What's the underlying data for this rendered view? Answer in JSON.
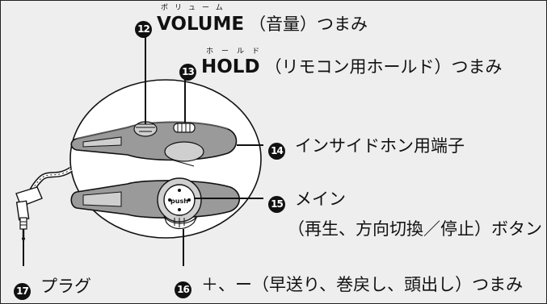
{
  "labels": {
    "volume": {
      "num": "12",
      "ruby": "ボリューム",
      "name": "VOLUME",
      "suffix": "（音量）つまみ"
    },
    "hold": {
      "num": "13",
      "ruby": "ホールド",
      "name": "HOLD",
      "suffix": "（リモコン用ホールド）つまみ"
    },
    "earphone_jack": {
      "num": "14",
      "text": "インサイドホン用端子"
    },
    "main_button": {
      "num": "15",
      "text": "メイン",
      "subtext": "（再生、方向切換／停止）ボタン"
    },
    "plus_minus": {
      "num": "16",
      "text": "＋、ー（早送り、巻戻し、頭出し）つまみ"
    },
    "plug": {
      "num": "17",
      "text": "プラグ"
    }
  },
  "button_text": "push",
  "colors": {
    "background": "#eeeeee",
    "line": "#111111",
    "circle_fill": "#ffffff",
    "body_fill": "#9a9a9a"
  }
}
